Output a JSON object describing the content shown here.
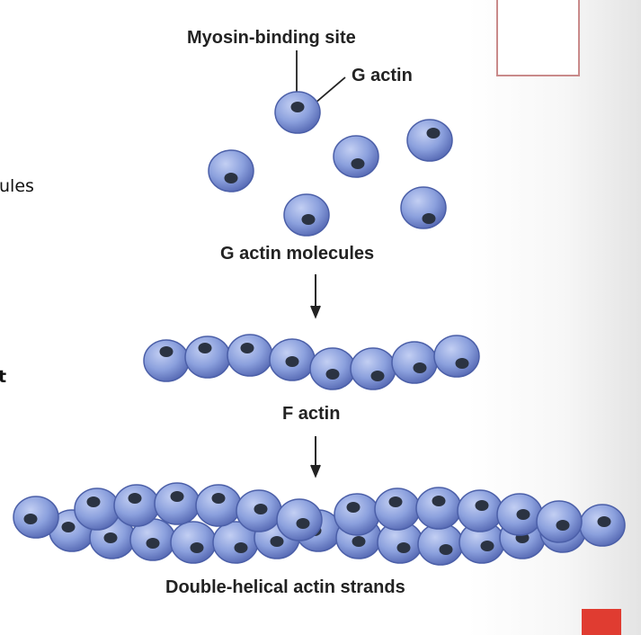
{
  "labels": {
    "myosin_site": "Myosin-binding site",
    "g_actin": "G actin",
    "g_actin_molecules": "G actin molecules",
    "f_actin": "F actin",
    "double_helical": "Double-helical actin strands"
  },
  "left_fragments": {
    "line1": "ules",
    "line2": "t"
  },
  "colors": {
    "sphere_fill": "#7f95d6",
    "sphere_stroke": "#4b5fa8",
    "site_fill": "#2b3342",
    "accent_red": "#e03c31",
    "frame_border": "#c98a8a"
  }
}
